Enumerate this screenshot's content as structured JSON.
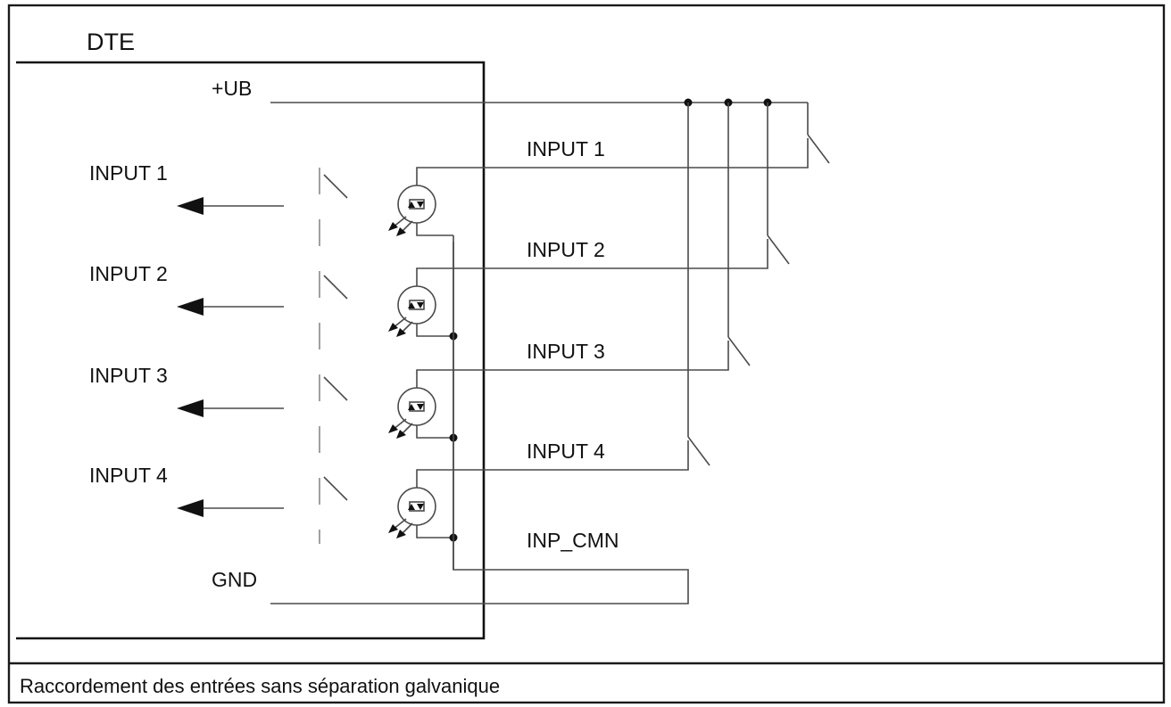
{
  "title": "DTE",
  "supply_label": "+UB",
  "ground_label": "GND",
  "common_label": "INP_CMN",
  "input_arrows": [
    "INPUT 1",
    "INPUT 2",
    "INPUT 3",
    "INPUT 4"
  ],
  "input_lines": [
    "INPUT 1",
    "INPUT 2",
    "INPUT 3",
    "INPUT 4"
  ],
  "caption": "Raccordement des entrées sans séparation galvanique"
}
